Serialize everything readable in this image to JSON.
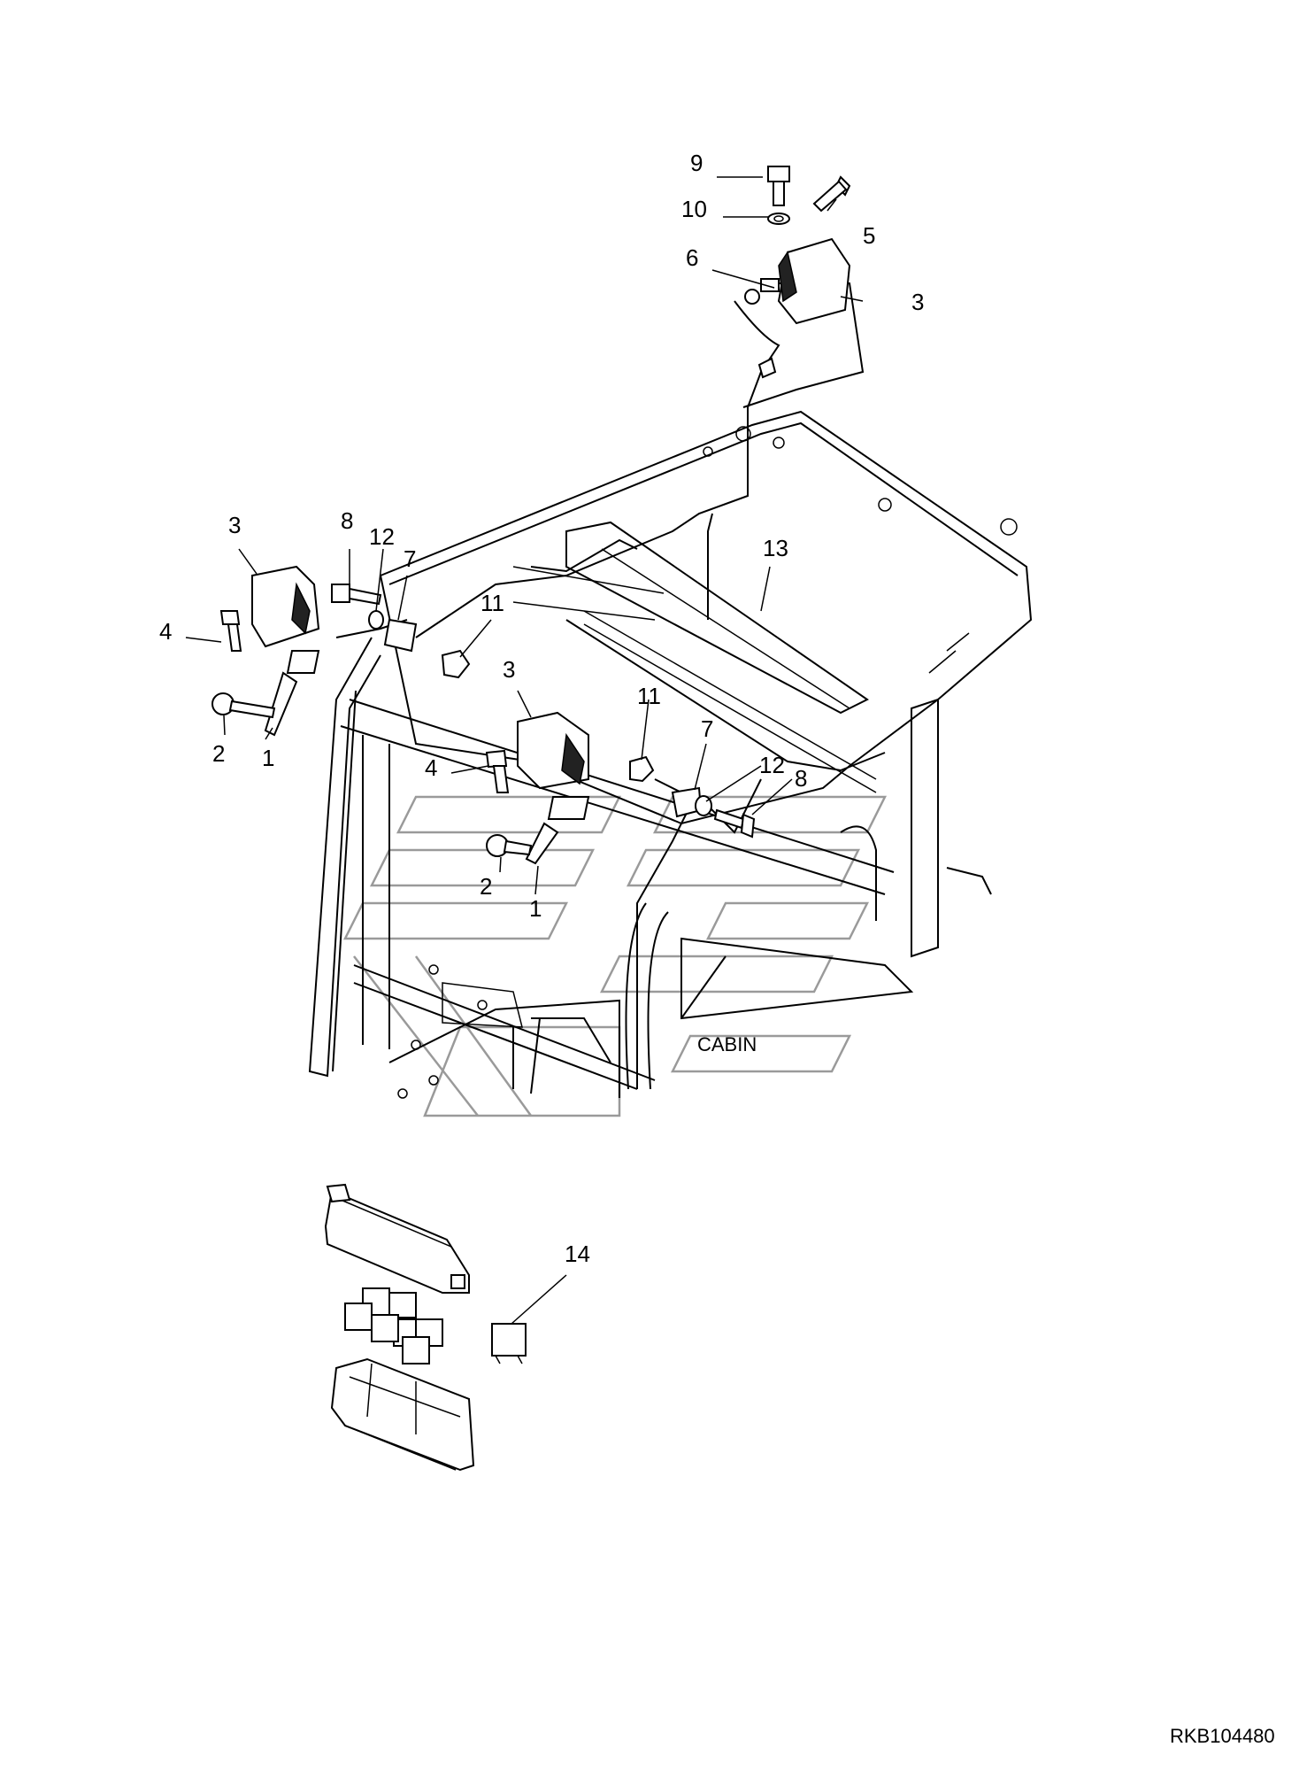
{
  "diagram": {
    "callouts": {
      "c9": "9",
      "c10": "10",
      "c6": "6",
      "c5": "5",
      "c3_top": "3",
      "c3_left": "3",
      "c8_left": "8",
      "c12_left": "12",
      "c7_left": "7",
      "c11_left": "11",
      "c4_left": "4",
      "c2_left": "2",
      "c1_left": "1",
      "c13": "13",
      "c3_mid": "3",
      "c11_mid": "11",
      "c7_mid": "7",
      "c12_mid": "12",
      "c8_mid": "8",
      "c4_mid": "4",
      "c2_mid": "2",
      "c1_mid": "1",
      "c14": "14"
    },
    "cabin_label": "CABIN",
    "reference_code": "RKB104480"
  }
}
